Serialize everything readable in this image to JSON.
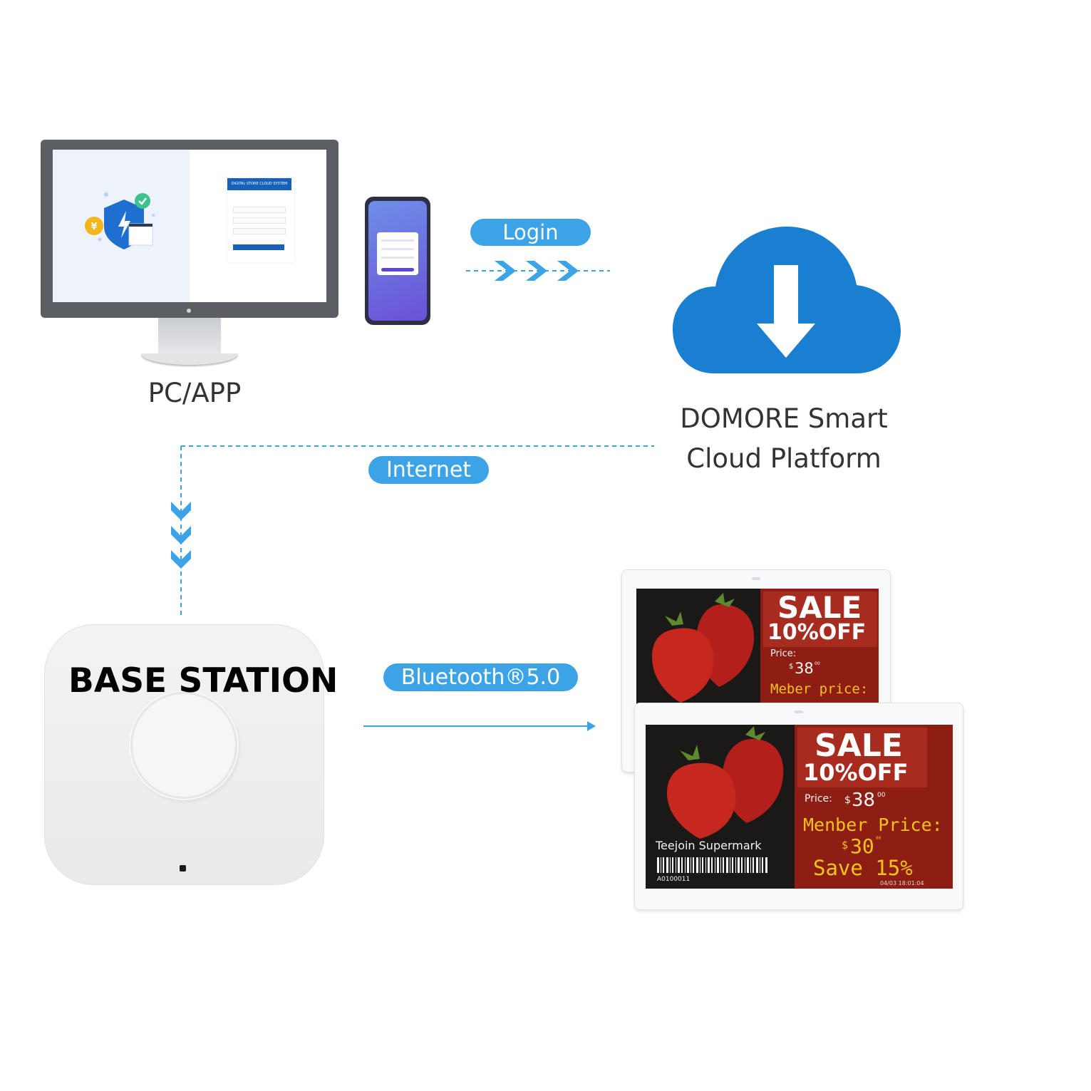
{
  "nodes": {
    "pc_app": "PC/APP",
    "cloud": [
      "DOMORE Smart",
      "Cloud Platform"
    ],
    "base_station": "BASE STATION"
  },
  "connections": {
    "login": "Login",
    "internet": "Internet",
    "bluetooth": "Bluetooth®5.0"
  },
  "pc_screen": {
    "system_title": "DIGITAL STORE CLOUD SYSTEM"
  },
  "esl_back": {
    "sale": "SALE",
    "discount": "10%OFF",
    "price_label": "Price:",
    "price_currency": "$",
    "price_value": "38",
    "price_cents": "00",
    "member_label": "Meber price:"
  },
  "esl_front": {
    "sale": "SALE",
    "discount": "10%OFF",
    "price_label": "Price:",
    "price_currency": "$",
    "price_value": "38",
    "price_cents": "00",
    "member_label": "Menber Price:",
    "member_currency": "$",
    "member_value": "30",
    "member_cents": "00",
    "save": "Save 15%",
    "store": "Teejoin Supermark",
    "barcode_id": "A0100011",
    "timestamp": "04/03 18:01:04"
  },
  "colors": {
    "accent_blue": "#3ba3e6",
    "cloud_blue": "#1a7fd0",
    "epaper_red": "#a72b1e",
    "epaper_yellow": "#f0c419"
  }
}
